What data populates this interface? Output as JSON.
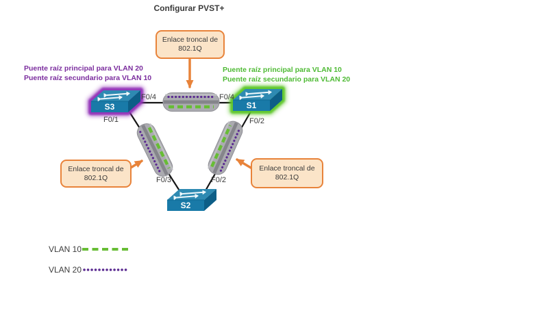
{
  "title": "Configurar PVST+",
  "roles": {
    "s3": "Puente raíz principal para VLAN 20\nPuente raíz secundario para VLAN 10",
    "s1": "Puente raíz principal para VLAN 10\nPuente raíz secundario para VLAN 20"
  },
  "callouts": {
    "top": "Enlace troncal de\n802.1Q",
    "left": "Enlace troncal de\n802.1Q",
    "right": "Enlace troncal de\n802.1Q"
  },
  "switches": {
    "s3": "S3",
    "s1": "S1",
    "s2": "S2"
  },
  "ports": {
    "s3_to_trunk_top": "F0/4",
    "s1_to_trunk_top": "F0/4",
    "s3_to_s2": "F0/1",
    "s1_to_s2": "F0/2",
    "s2_to_s3": "F0/3",
    "s2_to_s1": "F0/2"
  },
  "legend": {
    "vlan10_label": "VLAN 10",
    "vlan20_label": "VLAN 20"
  },
  "colors": {
    "vlan10_green": "#67bd35",
    "vlan20_purple": "#5b2b91",
    "s3_glow_purple": "#9232b8",
    "s1_glow_green": "#5ec72c",
    "callout_border_orange": "#e8833a",
    "callout_fill": "#fbe4c8",
    "role_s3_text_purple": "#7b2d9e",
    "role_s1_text_green": "#4eba34"
  }
}
